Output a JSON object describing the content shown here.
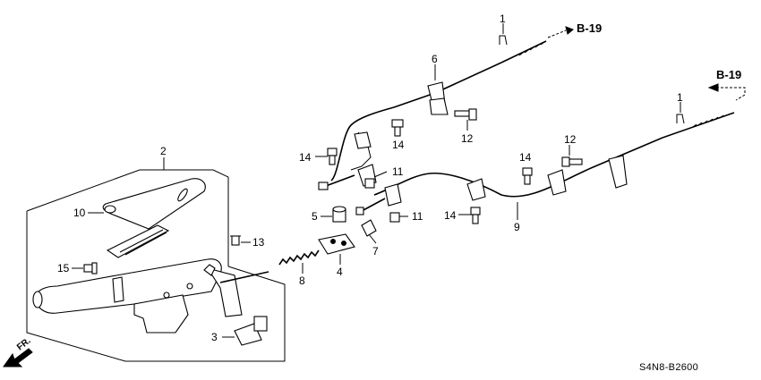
{
  "diagram": {
    "callouts": [
      {
        "id": "c1a",
        "text": "1"
      },
      {
        "id": "c1b",
        "text": "1"
      },
      {
        "id": "c2",
        "text": "2"
      },
      {
        "id": "c3",
        "text": "3"
      },
      {
        "id": "c4",
        "text": "4"
      },
      {
        "id": "c5",
        "text": "5"
      },
      {
        "id": "c6",
        "text": "6"
      },
      {
        "id": "c7",
        "text": "7"
      },
      {
        "id": "c8",
        "text": "8"
      },
      {
        "id": "c9",
        "text": "9"
      },
      {
        "id": "c10",
        "text": "10"
      },
      {
        "id": "c11a",
        "text": "11"
      },
      {
        "id": "c11b",
        "text": "11"
      },
      {
        "id": "c12a",
        "text": "12"
      },
      {
        "id": "c12b",
        "text": "12"
      },
      {
        "id": "c13",
        "text": "13"
      },
      {
        "id": "c14a",
        "text": "14"
      },
      {
        "id": "c14b",
        "text": "14"
      },
      {
        "id": "c14c",
        "text": "14"
      },
      {
        "id": "c14d",
        "text": "14"
      },
      {
        "id": "c15",
        "text": "15"
      }
    ],
    "references": [
      {
        "id": "ref1",
        "text": "B-19"
      },
      {
        "id": "ref2",
        "text": "B-19"
      }
    ],
    "direction_label": "FR.",
    "diagram_code": "S4N8-B2600"
  }
}
